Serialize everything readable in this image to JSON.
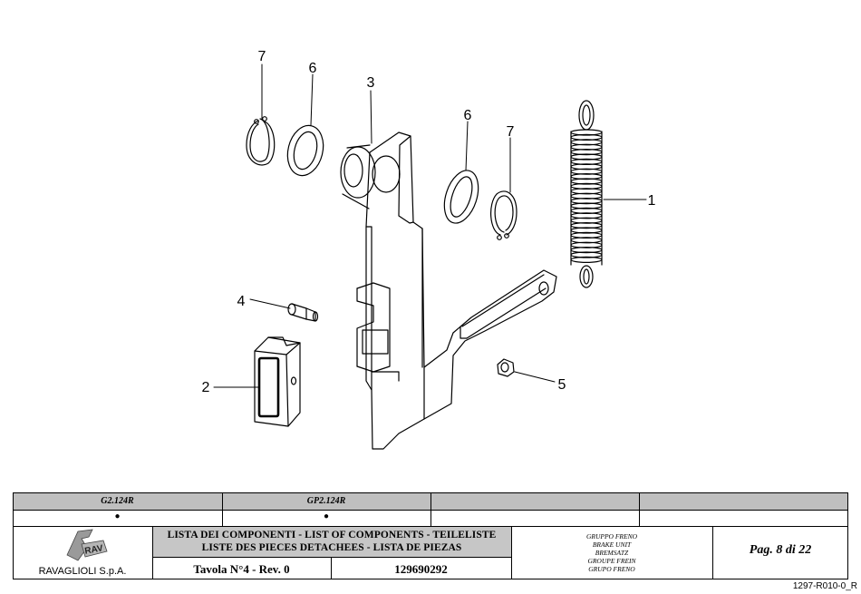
{
  "drawing": {
    "callouts": [
      "1",
      "2",
      "3",
      "4",
      "5",
      "6",
      "6",
      "7",
      "7"
    ]
  },
  "model_table": {
    "models": [
      {
        "name": "G2.124R",
        "mark": "●"
      },
      {
        "name": "GP2.124R",
        "mark": "●"
      },
      {
        "name": "",
        "mark": ""
      },
      {
        "name": "",
        "mark": ""
      }
    ]
  },
  "footer": {
    "company": "RAVAGLIOLI S.p.A.",
    "logo_text": "RAV",
    "list_title_line1": "LISTA DEI COMPONENTI - LIST OF COMPONENTS - TEILELISTE",
    "list_title_line2": "LISTE DES PIECES DETACHEES - LISTA DE PIEZAS",
    "table_label": "Tavola N°4 - Rev. 0",
    "part_number": "129690292",
    "group_names": [
      "GRUPPO FRENO",
      "BRAKE UNIT",
      "BREMSATZ",
      "GROUPE FREIN",
      "GRUPO FRENO"
    ],
    "page": "Pag. 8 di 22",
    "doc_ref": "1297-R010-0_R"
  },
  "colors": {
    "header_gray": "#bfbfbf",
    "title_gray": "#c6c6c6",
    "line": "#000000"
  }
}
